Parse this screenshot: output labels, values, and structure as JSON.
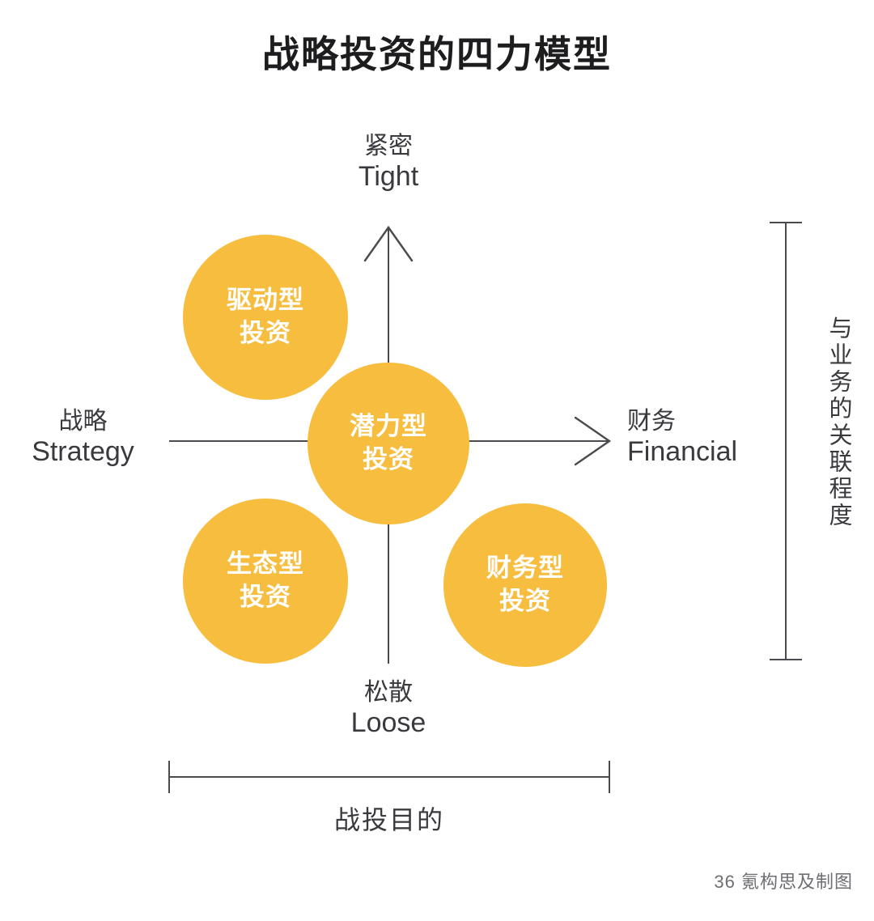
{
  "page": {
    "title": "战略投资的四力模型",
    "background_color": "#ffffff",
    "accent_color": "#F7BD3F",
    "line_color": "#4a4a4f",
    "text_color": "#3a3a3e"
  },
  "chart_data": {
    "type": "scatter",
    "title": "战略投资的四力模型",
    "xlabel": "战投目的",
    "ylabel": "与业务的关联程度",
    "axes": {
      "x": {
        "left_label_cn": "战略",
        "left_label_en": "Strategy",
        "right_label_cn": "财务",
        "right_label_en": "Financial"
      },
      "y": {
        "top_label_cn": "紧密",
        "top_label_en": "Tight",
        "bottom_label_cn": "松散",
        "bottom_label_en": "Loose"
      }
    },
    "quadrant_bubbles": [
      {
        "id": "driver",
        "line1": "驱动型",
        "line2": "投资",
        "quadrant": "top-left",
        "x_position": "strategy",
        "y_position": "tight"
      },
      {
        "id": "potential",
        "line1": "潜力型",
        "line2": "投资",
        "quadrant": "center",
        "x_position": "middle",
        "y_position": "middle"
      },
      {
        "id": "ecosystem",
        "line1": "生态型",
        "line2": "投资",
        "quadrant": "bottom-left",
        "x_position": "strategy",
        "y_position": "loose"
      },
      {
        "id": "financial",
        "line1": "财务型",
        "line2": "投资",
        "quadrant": "bottom-right",
        "x_position": "financial",
        "y_position": "loose"
      }
    ],
    "brackets": {
      "right_vertical": "与业务的关联程度",
      "bottom_horizontal": "战投目的"
    },
    "legend": null,
    "grid": false
  },
  "credit": "36 氪构思及制图"
}
